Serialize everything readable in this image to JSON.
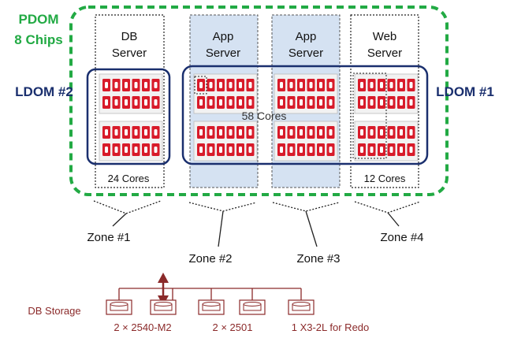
{
  "pdom": {
    "line1": "PDOM",
    "line2": "8 Chips",
    "color": "#22aa44"
  },
  "ldoms": [
    {
      "label": "LDOM #2",
      "color": "#1a2f6e"
    },
    {
      "label": "LDOM #1",
      "color": "#1a2f6e"
    }
  ],
  "servers": [
    {
      "line1": "DB",
      "line2": "Server"
    },
    {
      "line1": "App",
      "line2": "Server"
    },
    {
      "line1": "App",
      "line2": "Server"
    },
    {
      "line1": "Web",
      "line2": "Server"
    }
  ],
  "core_labels": {
    "db": "24 Cores",
    "app": "58 Cores",
    "web": "12 Cores"
  },
  "zones": [
    "Zone #1",
    "Zone #2",
    "Zone #3",
    "Zone #4"
  ],
  "storage": {
    "label": "DB Storage",
    "captions": [
      "2 ×  2540-M2",
      "2 × 2501",
      "1 X3-2L for Redo"
    ],
    "color": "#8b2a2a"
  },
  "colors": {
    "core_fill": "#d81b2a",
    "app_shade": "#d5e2f2",
    "chip_bg": "#f2f2f2"
  }
}
